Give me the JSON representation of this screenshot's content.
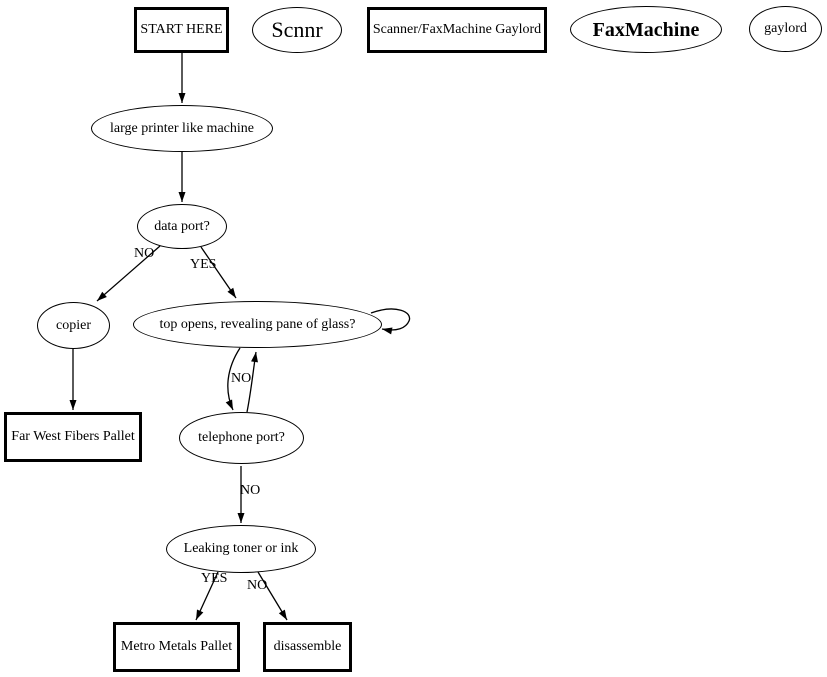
{
  "diagram": {
    "background_color": "#ffffff",
    "stroke_color": "#000000",
    "nodes": {
      "start_here": {
        "label": "START HERE",
        "shape": "box"
      },
      "scnnr": {
        "label": "Scnnr",
        "shape": "ellipse"
      },
      "scanner_faxmachine_gaylord": {
        "label": "Scanner/FaxMachine Gaylord",
        "shape": "box"
      },
      "faxmachine": {
        "label": "FaxMachine",
        "shape": "ellipse"
      },
      "gaylord": {
        "label": "gaylord",
        "shape": "ellipse"
      },
      "large_printer": {
        "label": "large printer like machine",
        "shape": "ellipse"
      },
      "data_port": {
        "label": "data port?",
        "shape": "ellipse"
      },
      "copier": {
        "label": "copier",
        "shape": "ellipse"
      },
      "top_opens": {
        "label": "top opens, revealing pane of glass?",
        "shape": "ellipse"
      },
      "far_west_fibers": {
        "label": "Far West Fibers Pallet",
        "shape": "box"
      },
      "telephone_port": {
        "label": "telephone port?",
        "shape": "ellipse"
      },
      "leaking_toner": {
        "label": "Leaking toner or ink",
        "shape": "ellipse"
      },
      "metro_metals": {
        "label": "Metro Metals Pallet",
        "shape": "box"
      },
      "disassemble": {
        "label": "disassemble",
        "shape": "box"
      }
    },
    "edge_labels": {
      "data_port_no": "NO",
      "data_port_yes": "YES",
      "top_opens_telephone_no": "NO",
      "telephone_leaking_no": "NO",
      "leaking_metro_yes": "YES",
      "leaking_disassemble_no": "NO"
    },
    "edges": [
      {
        "from": "start_here",
        "to": "large_printer",
        "label": ""
      },
      {
        "from": "large_printer",
        "to": "data_port",
        "label": ""
      },
      {
        "from": "data_port",
        "to": "copier",
        "label": "NO"
      },
      {
        "from": "data_port",
        "to": "top_opens",
        "label": "YES"
      },
      {
        "from": "copier",
        "to": "far_west_fibers",
        "label": ""
      },
      {
        "from": "top_opens",
        "to": "top_opens",
        "label": ""
      },
      {
        "from": "top_opens",
        "to": "telephone_port",
        "label": "NO"
      },
      {
        "from": "telephone_port",
        "to": "top_opens",
        "label": ""
      },
      {
        "from": "telephone_port",
        "to": "leaking_toner",
        "label": "NO"
      },
      {
        "from": "leaking_toner",
        "to": "metro_metals",
        "label": "YES"
      },
      {
        "from": "leaking_toner",
        "to": "disassemble",
        "label": "NO"
      }
    ]
  }
}
